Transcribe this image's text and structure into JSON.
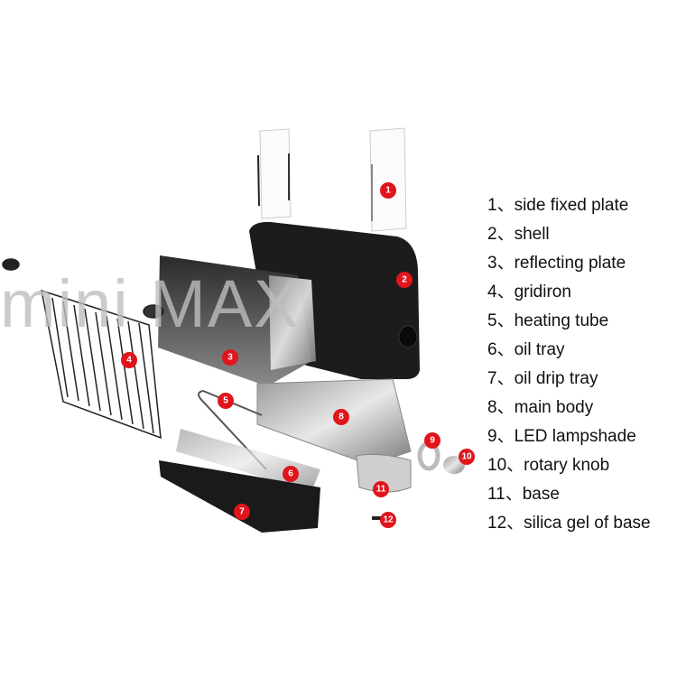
{
  "watermark": "mini MAX",
  "colors": {
    "badge": "#e0151b",
    "shell": "#1c1c1c",
    "metal": "#b8b8b8"
  },
  "badges": [
    "1",
    "2",
    "3",
    "4",
    "5",
    "6",
    "7",
    "8",
    "9",
    "10",
    "11",
    "12"
  ],
  "legend": [
    "1、side fixed plate",
    "2、shell",
    "3、reflecting plate",
    "4、gridiron",
    "5、heating tube",
    "6、oil tray",
    "7、oil drip tray",
    "8、main body",
    "9、LED lampshade",
    "10、rotary knob",
    "11、base",
    "12、silica gel of base"
  ]
}
